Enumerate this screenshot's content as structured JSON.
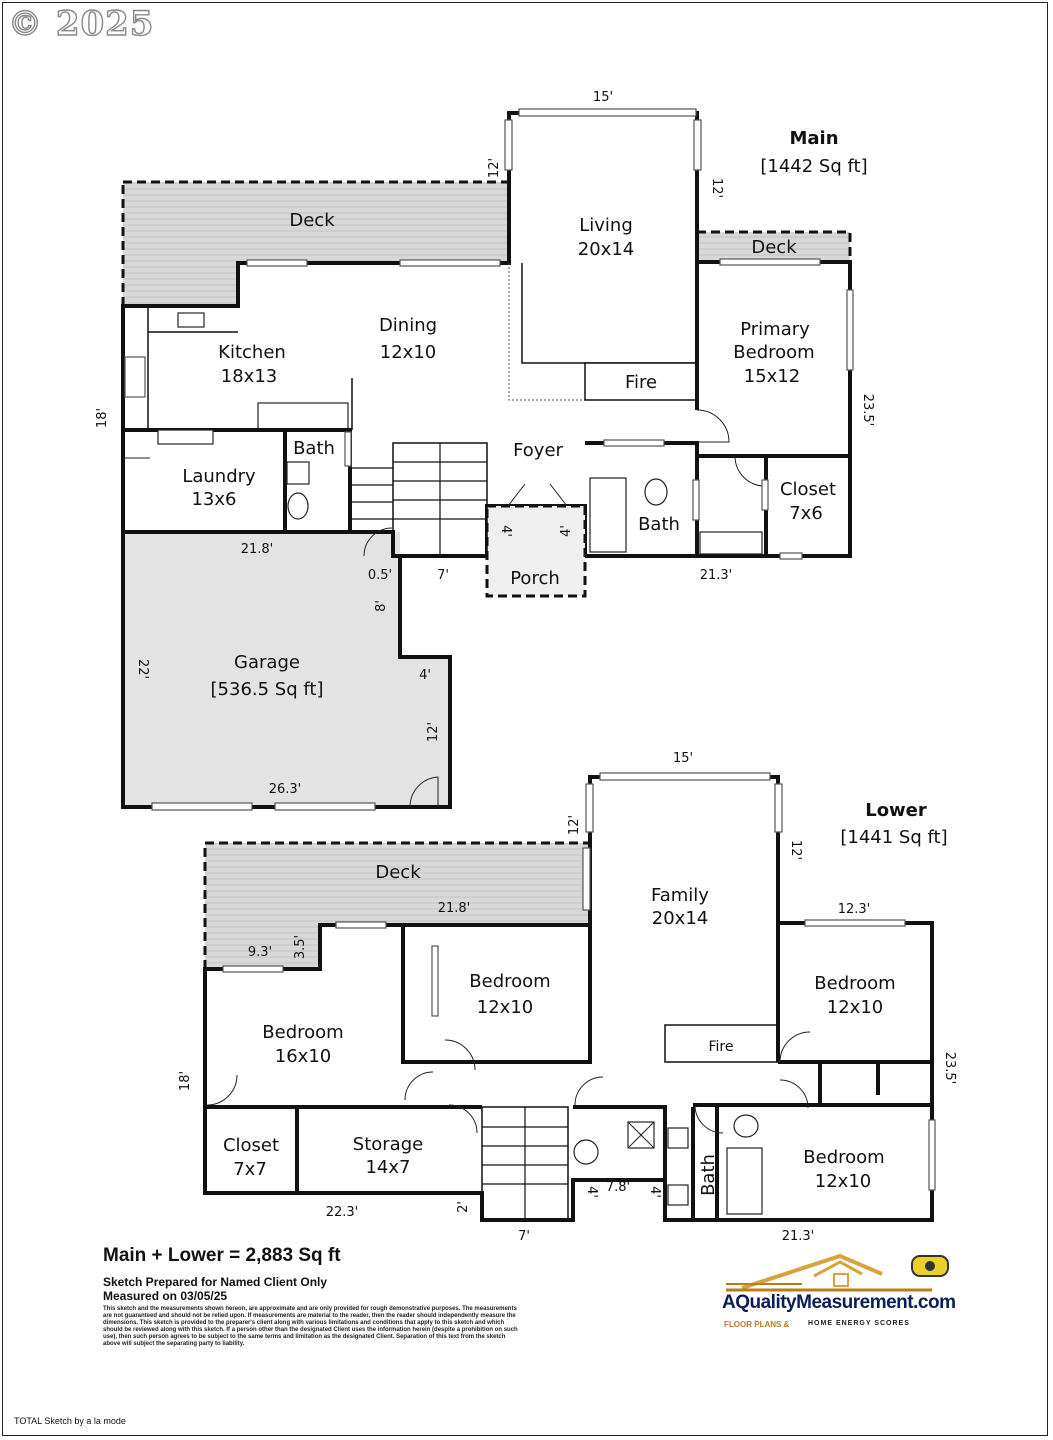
{
  "copyright": "© 2025",
  "main_floor": {
    "title": "Main",
    "area": "[1442 Sq ft]",
    "rooms": {
      "deck_west": "Deck",
      "living": "Living",
      "living_size": "20x14",
      "deck_east": "Deck",
      "dining": "Dining",
      "dining_size": "12x10",
      "kitchen": "Kitchen",
      "kitchen_size": "18x13",
      "primary_1": "Primary",
      "primary_2": "Bedroom",
      "primary_size": "15x12",
      "fire": "Fire",
      "bath_1": "Bath",
      "foyer": "Foyer",
      "laundry": "Laundry",
      "laundry_size": "13x6",
      "closet": "Closet",
      "closet_size": "7x6",
      "bath_2": "Bath",
      "porch": "Porch",
      "garage": "Garage",
      "garage_area": "[536.5 Sq ft]"
    },
    "dims": {
      "living_top": "15'",
      "living_left": "12'",
      "living_right": "12'",
      "west": "18'",
      "east": "23.5'",
      "garage_top": "21.8'",
      "half": "0.5'",
      "stair": "7'",
      "porch_l": "4'",
      "porch_r": "4'",
      "south_east": "21.3'",
      "garage_notch": "8'",
      "garage_step": "4'",
      "garage_right": "12'",
      "garage_left": "22'",
      "garage_bottom": "26.3'"
    }
  },
  "lower_floor": {
    "title": "Lower",
    "area": "[1441 Sq ft]",
    "rooms": {
      "deck": "Deck",
      "family": "Family",
      "family_size": "20x14",
      "bed_ne": "Bedroom",
      "bed_ne_size": "12x10",
      "bed_center": "Bedroom",
      "bed_center_size": "12x10",
      "bed_west": "Bedroom",
      "bed_west_size": "16x10",
      "fire": "Fire",
      "closet": "Closet",
      "closet_size": "7x7",
      "storage": "Storage",
      "storage_size": "14x7",
      "bath": "Bath",
      "bed_se": "Bedroom",
      "bed_se_size": "12x10"
    },
    "dims": {
      "family_top": "15'",
      "family_left": "12'",
      "family_right": "12'",
      "deck_bottom": "21.8'",
      "deck_step_w": "9.3'",
      "deck_step_h": "3.5'",
      "bed_ne_top": "12.3'",
      "east": "23.5'",
      "west": "18'",
      "south_west": "22.3'",
      "step_2": "2'",
      "stair": "7'",
      "notch_l": "4'",
      "notch_w": "7.8'",
      "notch_r": "4'",
      "south_east": "21.3'"
    }
  },
  "summary": {
    "total": "Main + Lower = 2,883 Sq ft",
    "prepared": "Sketch Prepared for Named Client Only",
    "measured": "Measured on 03/05/25",
    "disclaimer": "This sketch and the measurements shown hereon, are approximate and are only provided for rough demonstrative purposes. The measurements are not guaranteed and should not be relied upon. If measurements are material to the reader, then the reader should independently measure the dimensions. This sketch is provided to the preparer's client along with various limitations and conditions that apply to this sketch and which should be reviewed along with this sketch. If a person other than the designated Client uses the information herein (despite a prohibition on such use), then such person agrees to be subject to the same terms and limitation as the designated Client. Separation of this text from the sketch above will subject the separating party to liability."
  },
  "logo": {
    "brand": "AQualityMeasurement.com",
    "tagline": "FLOOR PLANS &",
    "tagline2": "HOME ENERGY SCORES"
  },
  "footer": "TOTAL Sketch by a la mode"
}
